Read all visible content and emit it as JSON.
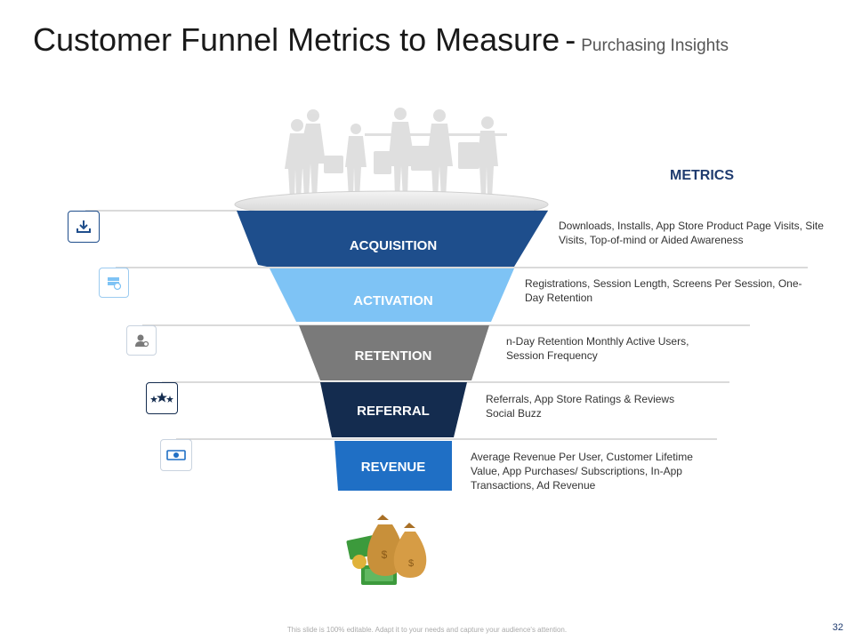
{
  "title": {
    "main": "Customer Funnel Metrics to Measure",
    "dash": "-",
    "sub": "Purchasing Insights"
  },
  "metrics_heading": "METRICS",
  "stages": [
    {
      "label": "ACQUISITION",
      "color": "#1e4e8c",
      "icon": "download-icon",
      "metrics": "Downloads, Installs, App Store Product Page Visits, Site Visits, Top-of-mind or Aided Awareness"
    },
    {
      "label": "ACTIVATION",
      "color": "#7ec3f5",
      "icon": "server-check-icon",
      "metrics": "Registrations, Session Length, Screens Per Session, One-Day Retention"
    },
    {
      "label": "RETENTION",
      "color": "#7a7a7a",
      "icon": "user-settings-icon",
      "metrics": "n-Day Retention Monthly Active Users, Session Frequency"
    },
    {
      "label": "REFERRAL",
      "color": "#142c4f",
      "icon": "stars-icon",
      "metrics": "Referrals, App Store Ratings & Reviews Social Buzz"
    },
    {
      "label": "REVENUE",
      "color": "#1f6fc5",
      "icon": "money-icon",
      "metrics": "Average Revenue Per User, Customer Lifetime Value, App Purchases/ Subscriptions, In-App Transactions, Ad Revenue"
    }
  ],
  "footer": "This slide is 100% editable. Adapt it to your needs and capture your audience's attention.",
  "page_number": "32"
}
